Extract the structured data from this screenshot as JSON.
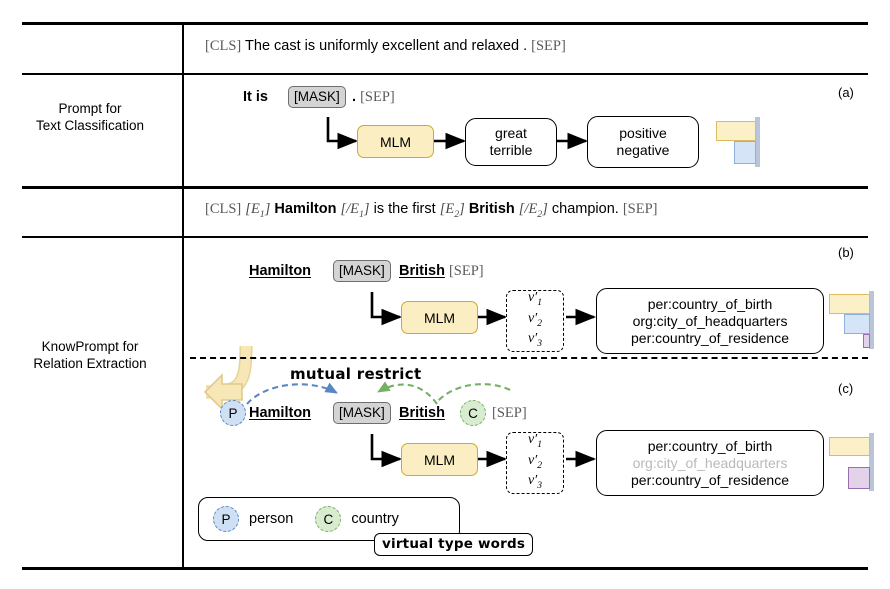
{
  "figure": {
    "rows": [
      {
        "label": "Prompt for\nText Classification",
        "label_line1": "Prompt for",
        "label_line2": "Text Classification"
      },
      {
        "label": "KnowPrompt for\nRelation Extraction",
        "label_line1": "KnowPrompt for",
        "label_line2": "Relation Extraction"
      }
    ],
    "panel_tags": {
      "a": "(a)",
      "b": "(b)",
      "c": "(c)"
    }
  },
  "sentence_a": {
    "cls": "[CLS]",
    "text": "The cast is uniformly excellent and relaxed .",
    "sep": "[SEP]"
  },
  "panel_a": {
    "prompt_prefix": "It is",
    "mask": "[MASK]",
    "period": ".",
    "sep": "[SEP]",
    "mlm": "MLM",
    "label_words": [
      "great",
      "terrible"
    ],
    "classes": [
      "positive",
      "negative"
    ]
  },
  "sentence_b": {
    "cls": "[CLS]",
    "e1_open": "[E1]",
    "entity1": "Hamilton",
    "e1_close": "[/E1]",
    "mid": "is the first",
    "e2_open": "[E2]",
    "entity2": "British",
    "e2_close": "[/E2]",
    "tail": "champion.",
    "sep": "[SEP]"
  },
  "panel_b": {
    "entity1": "Hamilton",
    "mask": "[MASK]",
    "entity2": "British",
    "sep": "[SEP]",
    "mlm": "MLM",
    "virtual_words": [
      "v'1",
      "v'2",
      "v'3"
    ],
    "relations": [
      {
        "text": "per:country_of_birth",
        "dim": false
      },
      {
        "text": "org:city_of_headquarters",
        "dim": false
      },
      {
        "text": "per:country_of_residence",
        "dim": false
      }
    ]
  },
  "panel_c": {
    "mutual_restrict": "mutual restrict",
    "type_p": "P",
    "entity1": "Hamilton",
    "mask": "[MASK]",
    "entity2": "British",
    "type_c": "C",
    "sep": "[SEP]",
    "mlm": "MLM",
    "virtual_words": [
      "v'1",
      "v'2",
      "v'3"
    ],
    "relations": [
      {
        "text": "per:country_of_birth",
        "dim": false
      },
      {
        "text": "org:city_of_headquarters",
        "dim": true
      },
      {
        "text": "per:country_of_residence",
        "dim": false
      }
    ]
  },
  "legend": {
    "p_symbol": "P",
    "p_text": "person",
    "c_symbol": "C",
    "c_text": "country",
    "callout": "virtual type words"
  },
  "chart_data": [
    {
      "id": "chart-a",
      "type": "bar",
      "orientation": "horizontal-left",
      "title": "",
      "categories": [
        "positive",
        "negative"
      ],
      "values": [
        1.0,
        0.55
      ],
      "colors": [
        "#fcf0c8",
        "#d6e4f7"
      ],
      "xlabel": "",
      "ylabel": "",
      "xlim": [
        0,
        1
      ]
    },
    {
      "id": "chart-b",
      "type": "bar",
      "orientation": "horizontal-left",
      "title": "",
      "categories": [
        "per:country_of_birth",
        "org:city_of_headquarters",
        "per:country_of_residence"
      ],
      "values": [
        1.0,
        0.62,
        0.1
      ],
      "colors": [
        "#fcf0c8",
        "#d6e4f7",
        "#e3d3ea"
      ],
      "xlabel": "",
      "ylabel": "",
      "xlim": [
        0,
        1
      ]
    },
    {
      "id": "chart-c",
      "type": "bar",
      "orientation": "horizontal-left",
      "title": "",
      "categories": [
        "per:country_of_birth",
        "per:country_of_residence"
      ],
      "values": [
        1.0,
        0.5
      ],
      "colors": [
        "#fcf0c8",
        "#e3d3ea"
      ],
      "xlabel": "",
      "ylabel": "",
      "xlim": [
        0,
        1
      ]
    }
  ],
  "colors": {
    "mlm_fill": "#faeec2",
    "mlm_stroke": "#c9a93f",
    "mask_fill": "#d4d4d4",
    "mask_stroke": "#6e6e6e",
    "person_fill": "#cfe0f5",
    "person_stroke": "#5a86c4",
    "country_fill": "#d8ecd0",
    "country_stroke": "#76b064",
    "bar_yellow": "#fcf0c8",
    "bar_blue": "#d6e4f7",
    "bar_purple": "#e3d3ea",
    "axis": "#b9c6da",
    "big_arrow": "#f7e6b6"
  }
}
